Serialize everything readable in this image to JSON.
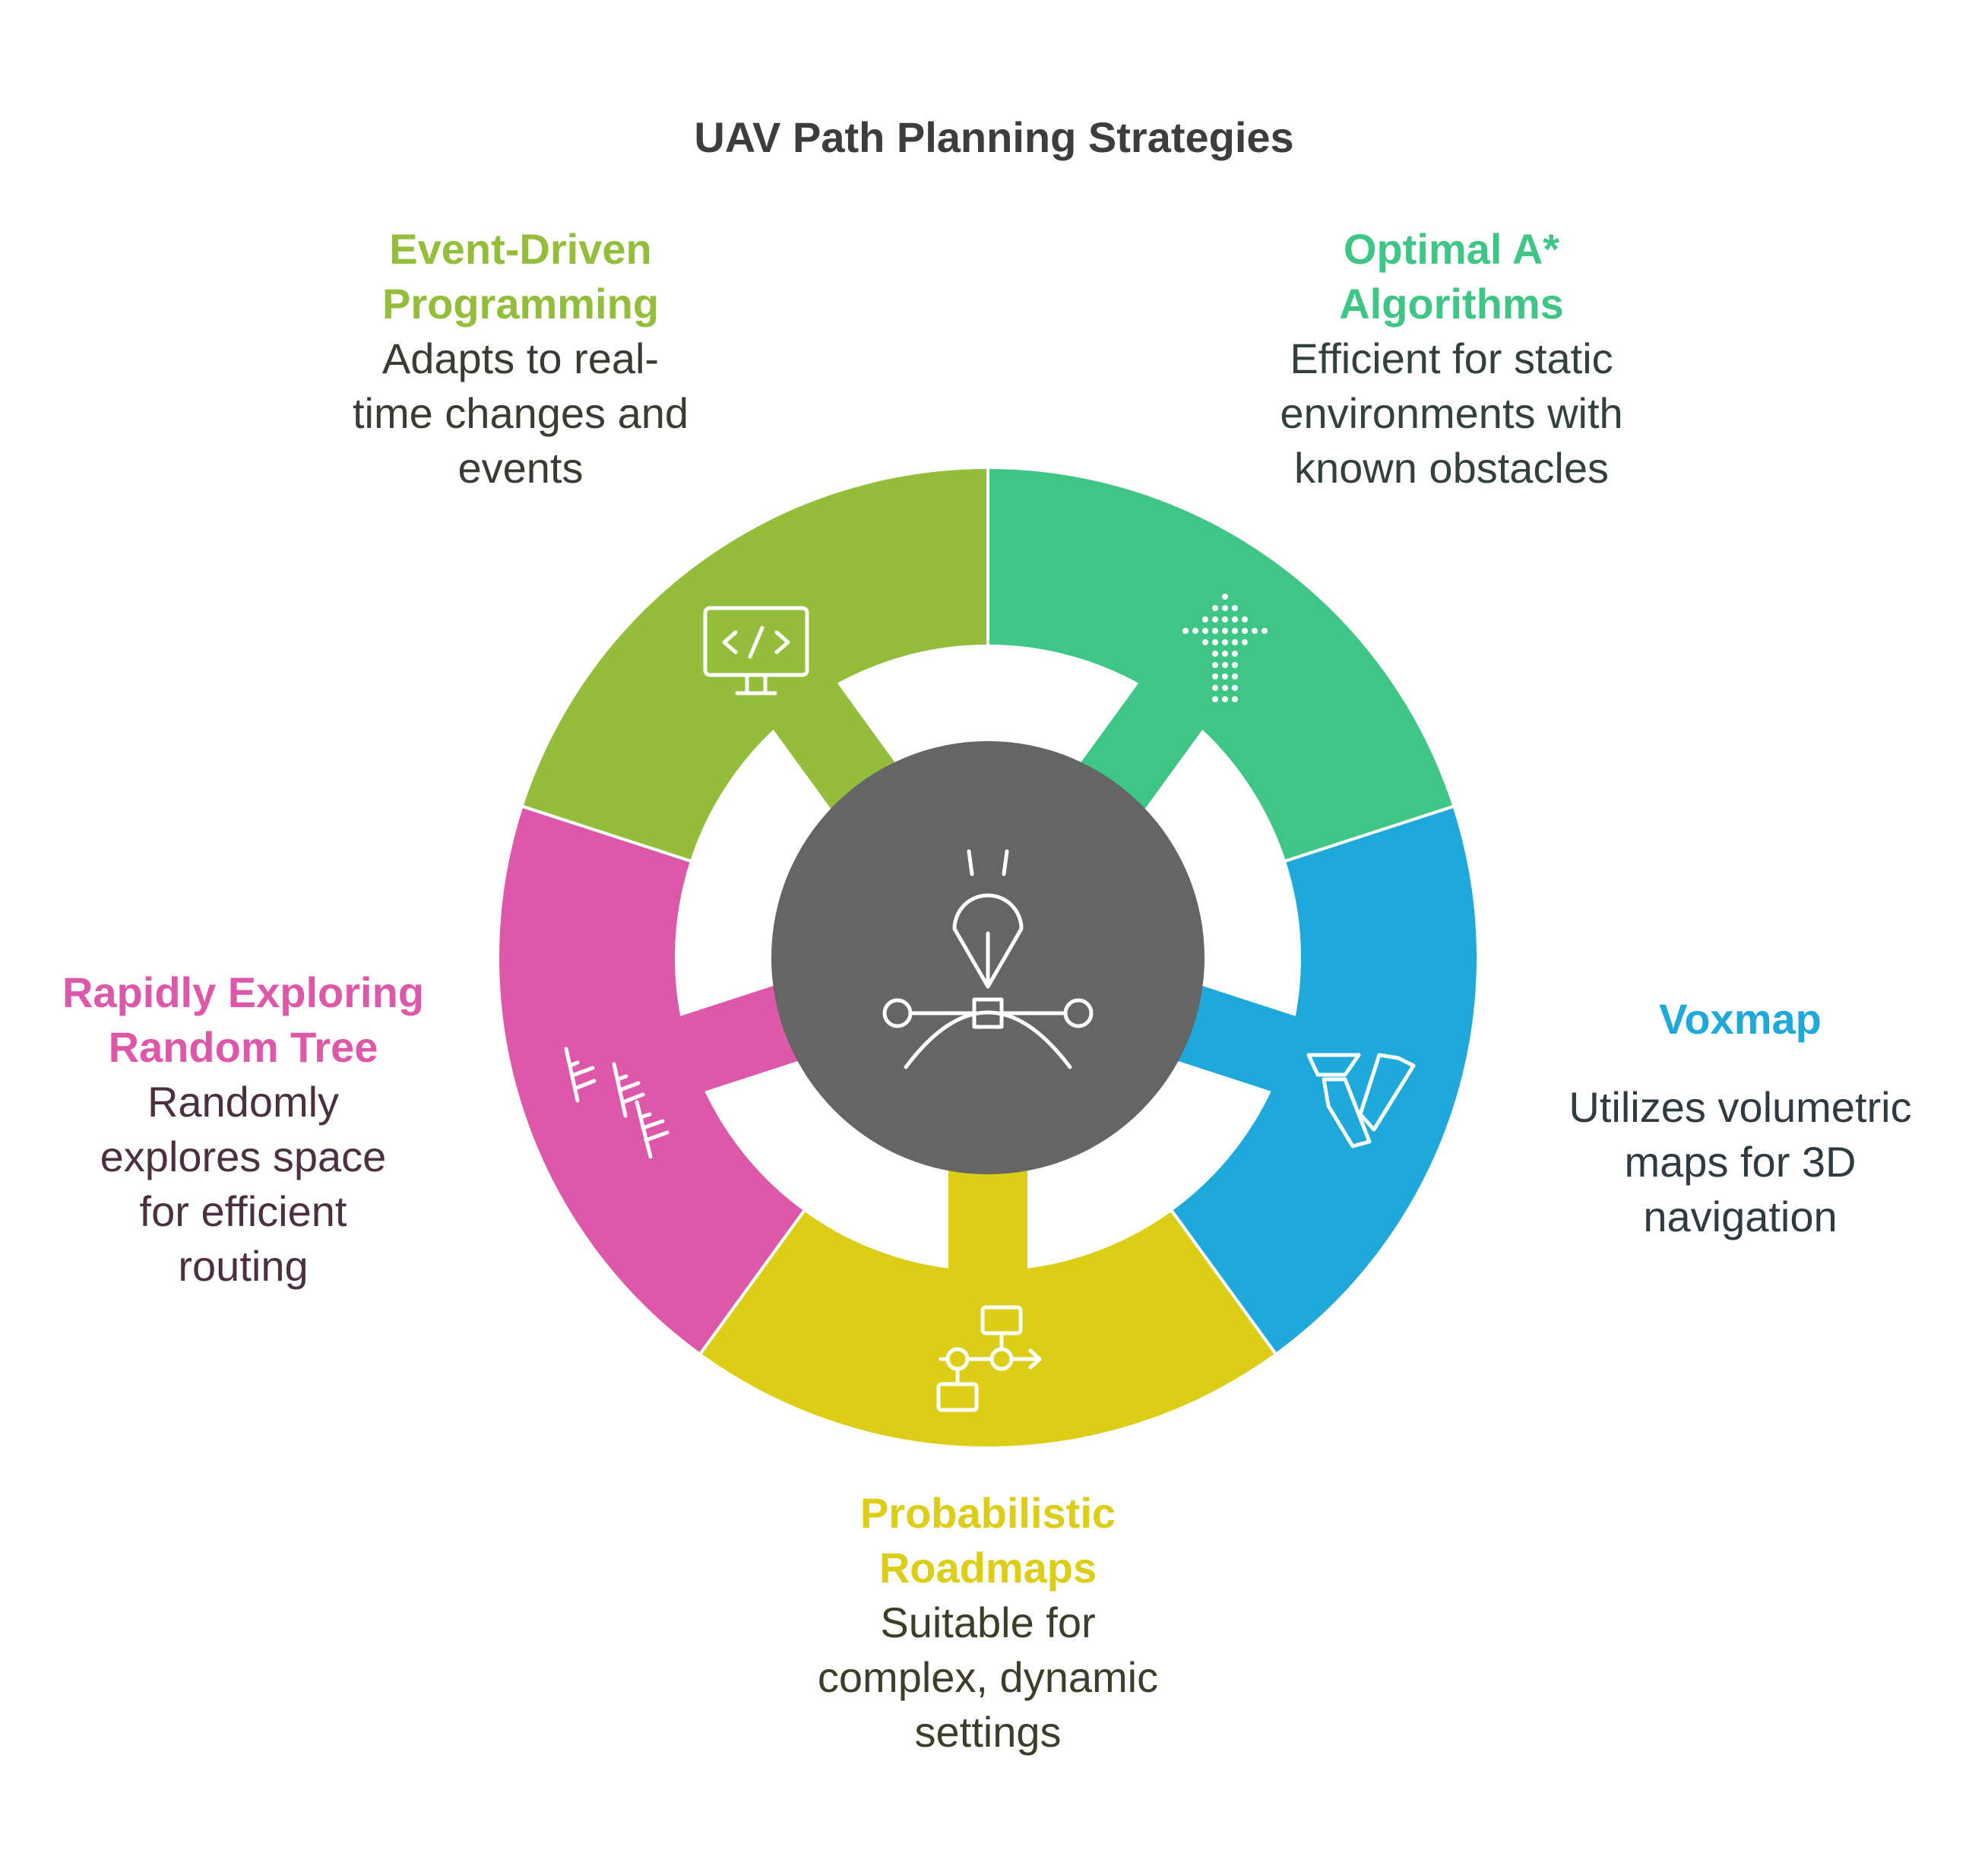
{
  "title": "UAV Path Planning Strategies",
  "colors": {
    "event": "#93bd3b",
    "astar": "#3fc585",
    "voxmap": "#1fa9db",
    "prm": "#dccd17",
    "rrt": "#dd58a8",
    "center": "#656565"
  },
  "segments": [
    {
      "key": "event",
      "icon": "code-monitor-icon",
      "heading": "Event-Driven\nProgramming",
      "description": "Adapts to real-\ntime changes and\nevents"
    },
    {
      "key": "astar",
      "icon": "dotted-arrow-up-icon",
      "heading": "Optimal A*\nAlgorithms",
      "description": "Efficient for static\nenvironments with\nknown obstacles"
    },
    {
      "key": "voxmap",
      "icon": "voxel-blocks-icon",
      "heading": "Voxmap",
      "description": "Utilizes volumetric\nmaps for 3D\nnavigation"
    },
    {
      "key": "prm",
      "icon": "flowchart-icon",
      "heading": "Probabilistic\nRoadmaps",
      "description": "Suitable for\ncomplex, dynamic\nsettings"
    },
    {
      "key": "rrt",
      "icon": "branching-tree-icon",
      "heading": "Rapidly Exploring\nRandom Tree",
      "description": "Randomly\nexplores space\nfor efficient\nrouting"
    }
  ],
  "center": {
    "icon": "pen-tool-bezier-icon"
  }
}
